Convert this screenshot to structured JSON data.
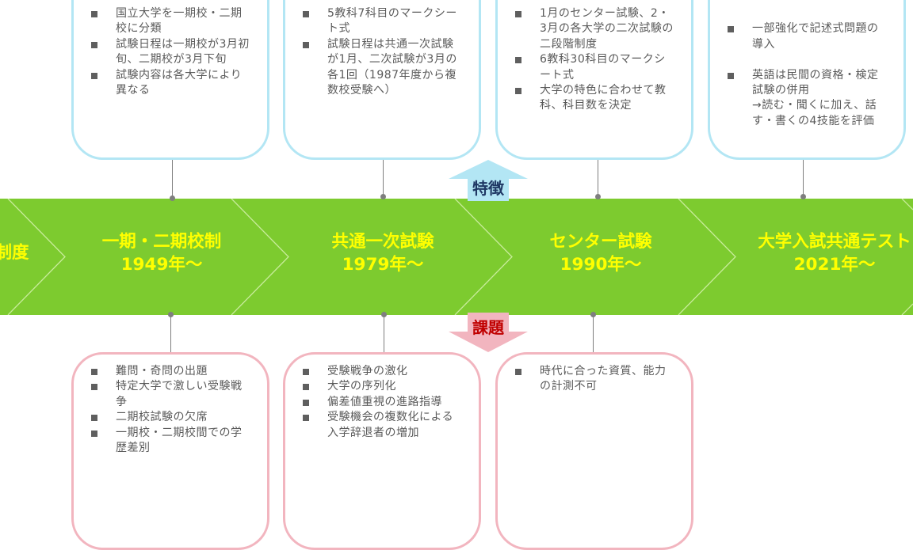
{
  "timeline": [
    {
      "id": "prev",
      "title": "制度",
      "year": ""
    },
    {
      "id": "p1",
      "title": "一期・二期校制",
      "year": "1949年〜"
    },
    {
      "id": "p2",
      "title": "共通一次試験",
      "year": "1979年〜"
    },
    {
      "id": "p3",
      "title": "センター試験",
      "year": "1990年〜"
    },
    {
      "id": "p4",
      "title": "大学入試共通テスト",
      "year": "2021年〜"
    }
  ],
  "features_label": "特徴",
  "issues_label": "課題",
  "features": [
    [
      "国立大学を一期校・二期校に分類",
      "試験日程は一期校が3月初旬、二期校が3月下旬",
      "試験内容は各大学により異なる"
    ],
    [
      "5教科7科目のマークシート式",
      "試験日程は共通一次試験が1月、二次試験が3月の各1回（1987年度から複数校受験へ）"
    ],
    [
      "1月のセンター試験、2・3月の各大学の二次試験の二段階制度",
      "6教科30科目のマークシート式",
      "大学の特色に合わせて教科、科目数を決定"
    ],
    [
      "一部強化で記述式問題の導入",
      "英語は民間の資格・検定試験の併用\n→読む・聞くに加え、話す・書くの4技能を評価"
    ]
  ],
  "issues": [
    [
      "難問・奇問の出題",
      "特定大学で激しい受験戦争",
      "二期校試験の欠席",
      "一期校・二期校間での学歴差別"
    ],
    [
      "受験戦争の激化",
      "大学の序列化",
      "偏差値重視の進路指導",
      "受験機会の複数化による入学辞退者の増加"
    ],
    [
      "時代に合った資質、能力の計測不可"
    ]
  ],
  "colors": {
    "band": "#7dcb2f",
    "chevron_line": "#c9ec9c",
    "label": "#ffff00",
    "feature_border": "#b3e6f4",
    "feature_arrow": "#b3e6f4",
    "feature_text": "#1f3864",
    "issue_border": "#f2b5bf",
    "issue_arrow": "#f2b5bf",
    "issue_text": "#c00000"
  }
}
